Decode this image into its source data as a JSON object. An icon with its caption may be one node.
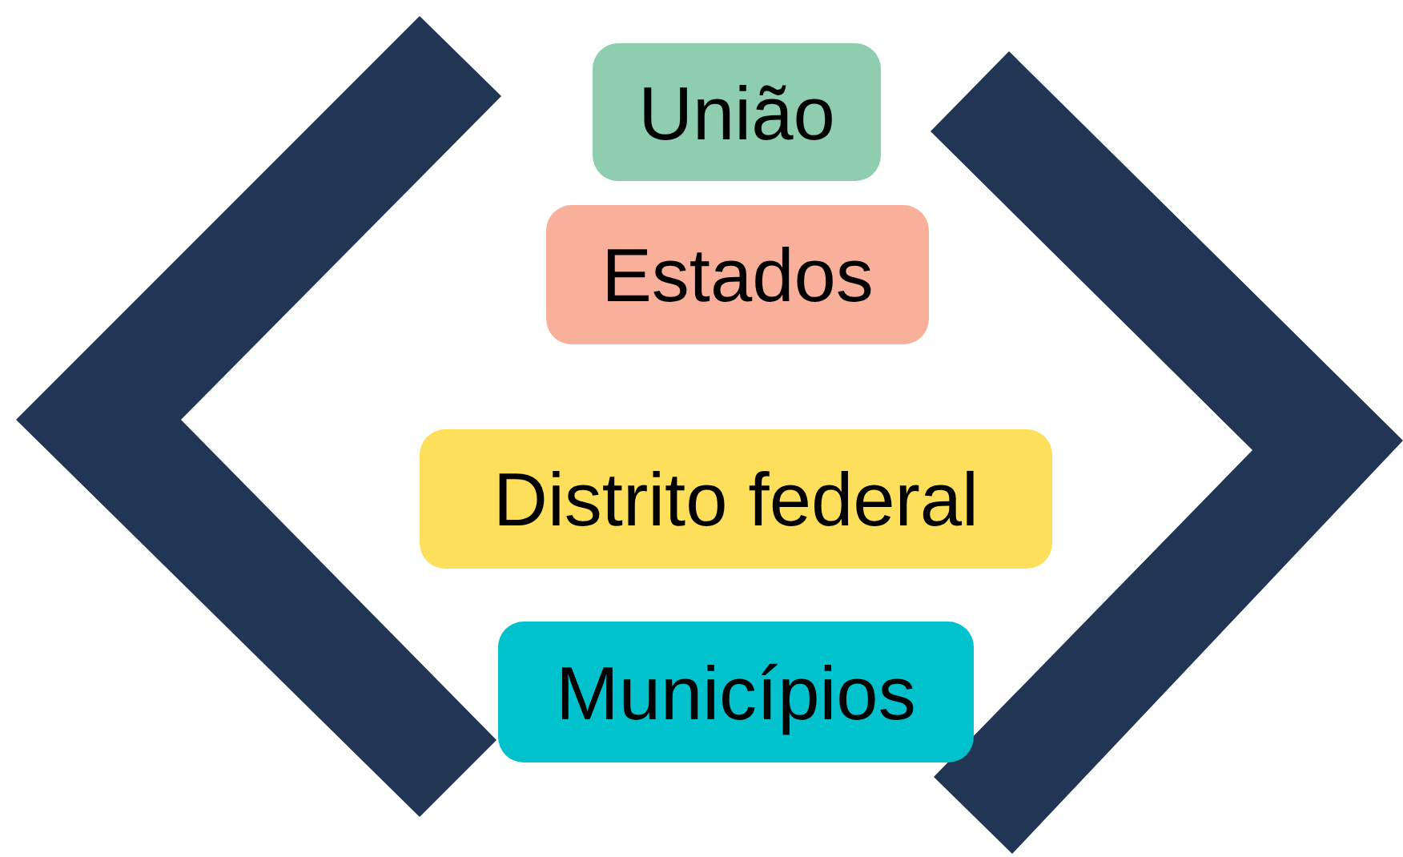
{
  "diagram": {
    "nodes": [
      {
        "text": [
          "União"
        ]
      },
      {
        "text": [
          "Estados"
        ]
      },
      {
        "text": [
          "Distrito federal"
        ]
      },
      {
        "text": [
          "Municípios"
        ]
      }
    ]
  }
}
